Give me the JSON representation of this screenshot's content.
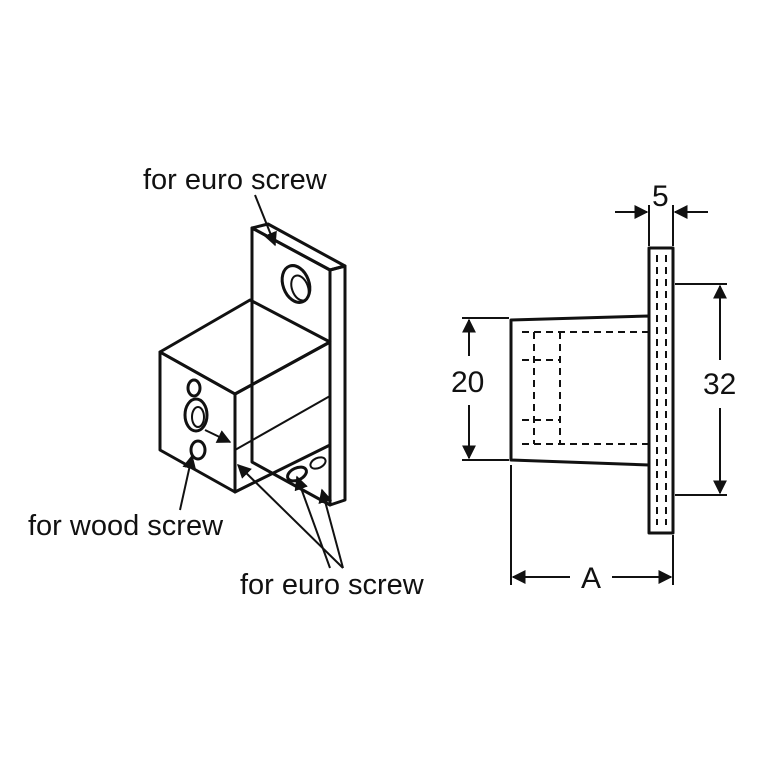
{
  "labels": {
    "euro_top": "for euro screw",
    "wood": "for wood screw",
    "euro_bottom": "for euro screw"
  },
  "dimensions": {
    "thickness": "5",
    "body_height": "20",
    "plate_height": "32",
    "length": "A"
  },
  "colors": {
    "line": "#111111",
    "background": "#ffffff"
  }
}
